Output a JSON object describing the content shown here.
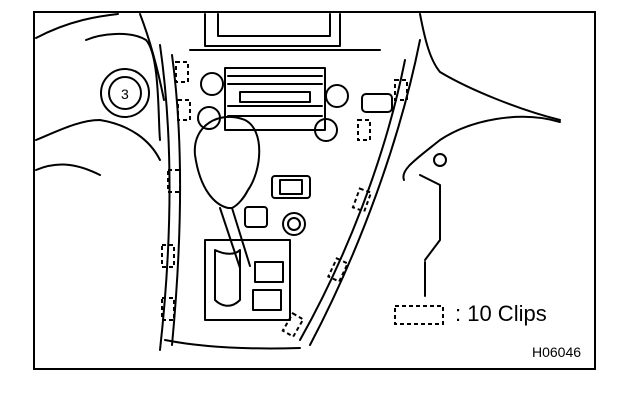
{
  "legend": {
    "label": ": 10 Clips"
  },
  "figure": {
    "code": "H06046"
  },
  "callout": {
    "number": "3"
  },
  "colors": {
    "line": "#000000",
    "background": "#ffffff"
  }
}
